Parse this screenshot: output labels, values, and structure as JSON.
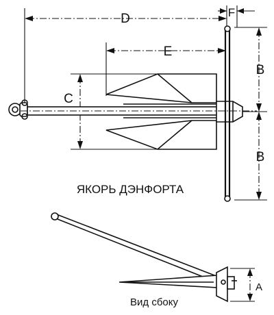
{
  "dimensions": {
    "D": "D",
    "E": "E",
    "F": "F",
    "B_top": "B",
    "B_bottom": "B",
    "C": "C",
    "A": "A"
  },
  "captions": {
    "main_title": "ЯКОРЬ ДЭНФОРТА",
    "side_view": "Вид сбоку"
  }
}
